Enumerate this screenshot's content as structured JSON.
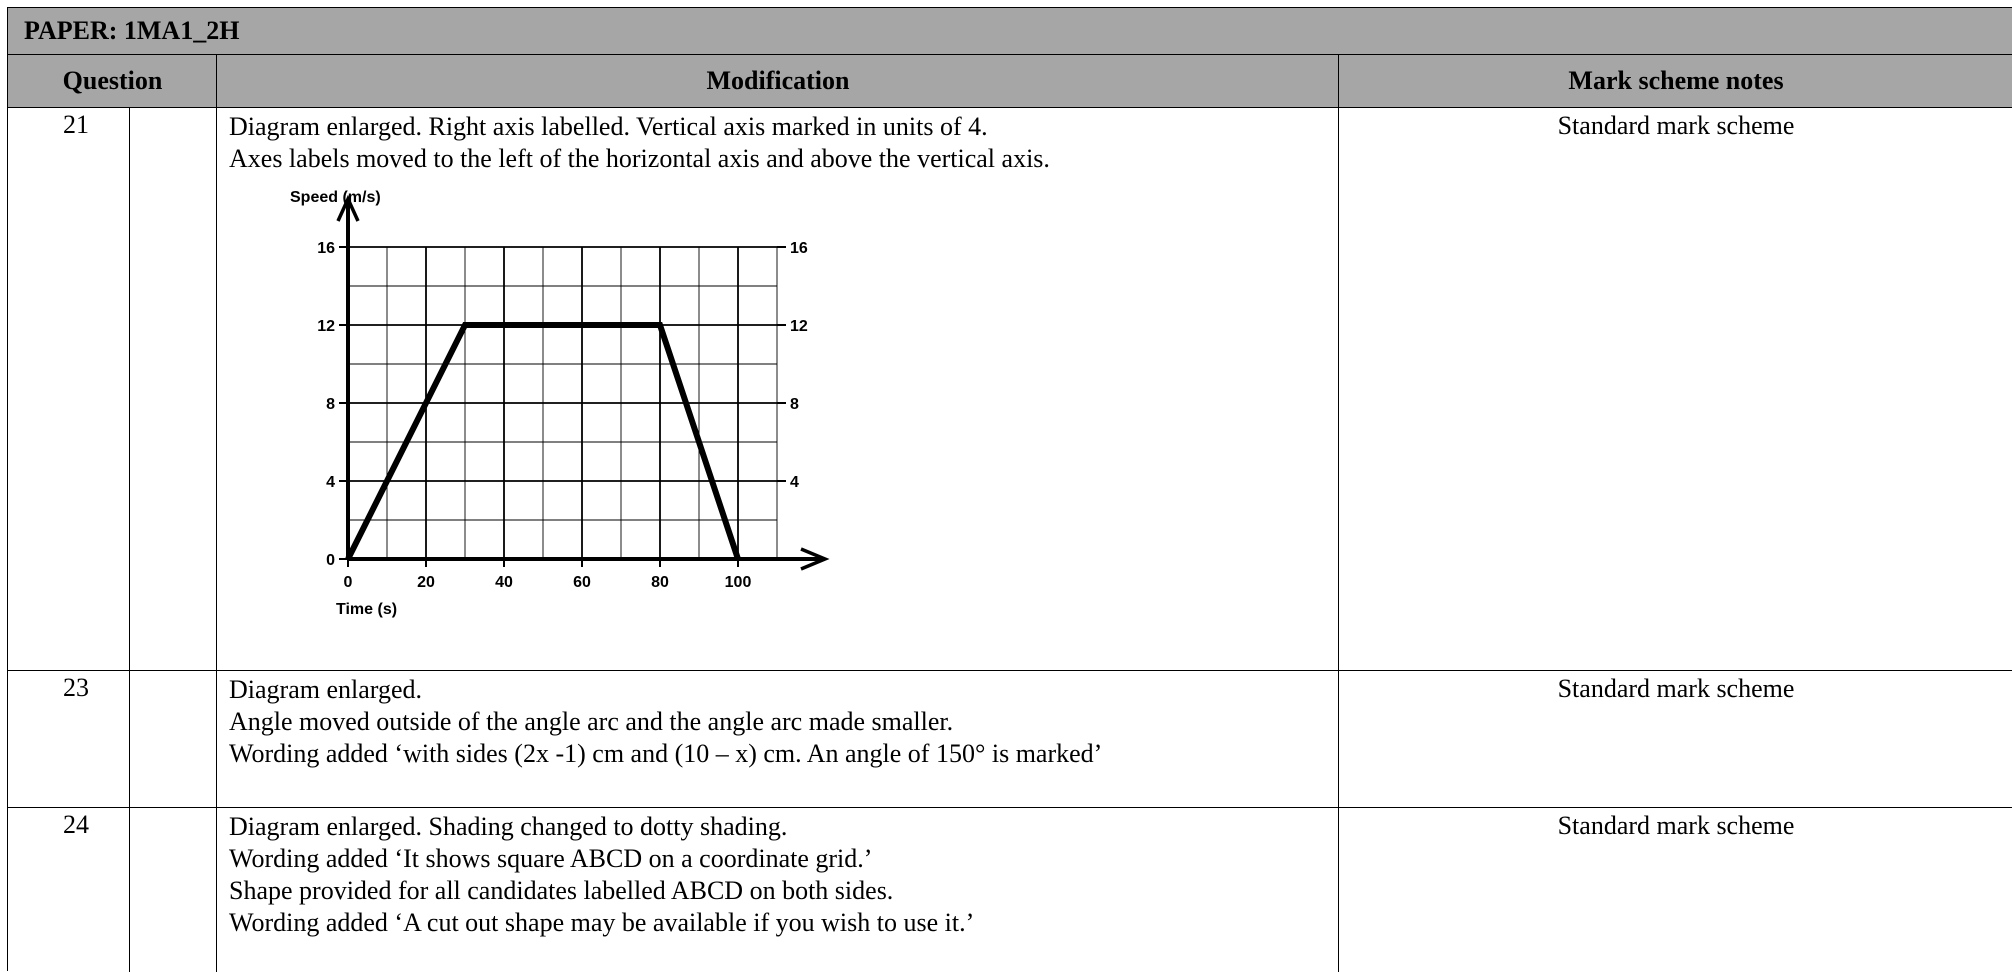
{
  "paper_label": "PAPER: 1MA1_2H",
  "columns": {
    "question": "Question",
    "modification": "Modification",
    "notes": "Mark scheme notes"
  },
  "rows": [
    {
      "question": "21",
      "lines": [
        "Diagram enlarged.  Right axis labelled.  Vertical axis marked in units of 4.",
        "Axes labels moved to the left of the horizontal axis and above the vertical axis."
      ],
      "note": "Standard mark scheme"
    },
    {
      "question": "23",
      "lines": [
        "Diagram enlarged.",
        "Angle moved outside of the angle arc and the angle arc made smaller.",
        "Wording added ‘with sides (2x -1) cm and (10 – x) cm. An angle of 150° is marked’"
      ],
      "note": "Standard mark scheme"
    },
    {
      "question": "24",
      "lines": [
        "Diagram enlarged.  Shading changed to dotty shading.",
        "Wording added ‘It shows square ABCD on a coordinate grid.’",
        "Shape provided for all candidates labelled ABCD on both sides.",
        "Wording added ‘A cut out shape may be available if you wish to use it.’"
      ],
      "note": "Standard mark scheme"
    }
  ],
  "chart_data": {
    "type": "line",
    "ylabel": "Speed (m/s)",
    "xlabel": "Time (s)",
    "x": [
      0,
      30,
      80,
      100
    ],
    "y": [
      0,
      12,
      12,
      0
    ],
    "xlim": [
      0,
      110
    ],
    "ylim": [
      0,
      16
    ],
    "x_ticks": [
      0,
      20,
      40,
      60,
      80,
      100
    ],
    "y_ticks": [
      0,
      4,
      8,
      12,
      16
    ],
    "right_y_ticks": [
      4,
      8,
      12,
      16
    ],
    "grid": true,
    "colors": {
      "line": "#000000",
      "grid": "#000000",
      "header_bg": "#a6a6a6"
    }
  }
}
